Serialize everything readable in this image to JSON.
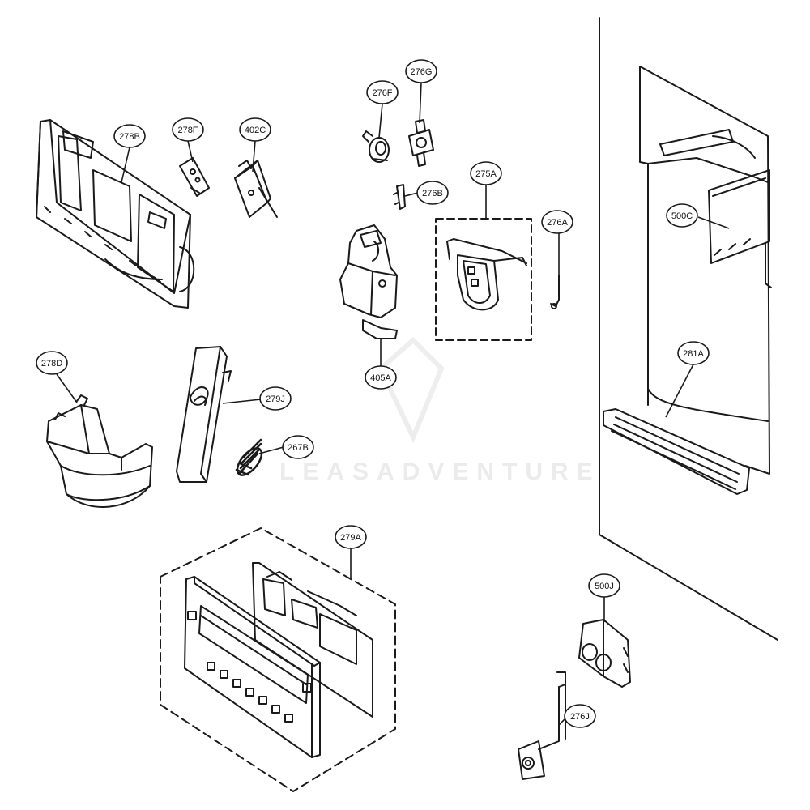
{
  "watermark": "LEASADVENTURE",
  "callouts": [
    {
      "id": "278B",
      "label": "278B"
    },
    {
      "id": "278F",
      "label": "278F"
    },
    {
      "id": "402C",
      "label": "402C"
    },
    {
      "id": "276F",
      "label": "276F"
    },
    {
      "id": "276G",
      "label": "276G"
    },
    {
      "id": "276B",
      "label": "276B"
    },
    {
      "id": "275A",
      "label": "275A"
    },
    {
      "id": "276A",
      "label": "276A"
    },
    {
      "id": "405A",
      "label": "405A"
    },
    {
      "id": "500C",
      "label": "500C"
    },
    {
      "id": "281A",
      "label": "281A"
    },
    {
      "id": "278D",
      "label": "278D"
    },
    {
      "id": "279J",
      "label": "279J"
    },
    {
      "id": "267B",
      "label": "267B"
    },
    {
      "id": "279A",
      "label": "279A"
    },
    {
      "id": "500J",
      "label": "500J"
    },
    {
      "id": "276J",
      "label": "276J"
    }
  ]
}
